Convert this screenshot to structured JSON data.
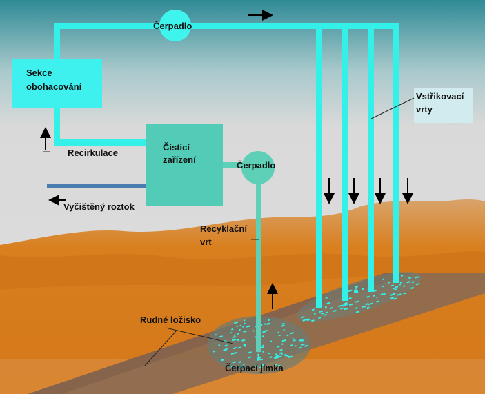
{
  "labels": {
    "pump_top": "Čerpadlo",
    "enrichment_line1": "Sekce",
    "enrichment_line2": "obohacování",
    "recirculation": "Recirkulace",
    "treatment_line1": "Čisticí",
    "treatment_line2": "zařízení",
    "pump_right": "Čerpadlo",
    "cleaned_solution": "Vyčištěný roztok",
    "recycling_line1": "Recyklační",
    "recycling_line2": "vrt",
    "injection_line1": "Vstřikovací",
    "injection_line2": "vrty",
    "ore_deposit": "Rudné ložisko",
    "sump": "Čerpací jímka"
  },
  "colors": {
    "pipe": "#33f0e8",
    "pump": "#40f4ee",
    "enrichment_box": "#3ef0ee",
    "treatment_box": "#52ccb6",
    "recycle_pipe": "#5fd0b8",
    "sky": "#dcdcdc",
    "ground": "#d77a16",
    "ore": "#8a6a52",
    "outflow_pipe": "#4a7cb0",
    "injection_label_bg": "#d2ebee"
  },
  "icons": {
    "arrow_right": "arrow-right-icon",
    "arrow_down": "arrow-down-icon",
    "arrow_up": "arrow-up-icon",
    "arrow_left": "arrow-left-icon"
  }
}
